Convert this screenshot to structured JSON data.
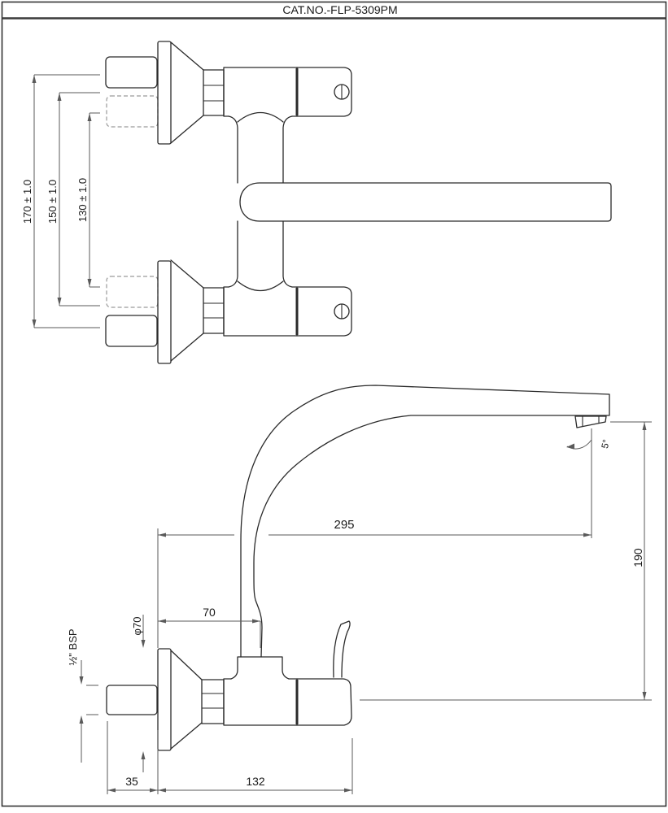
{
  "title": "CAT.NO.-FLP-5309PM",
  "dims": {
    "d170": "170 ± 1.0",
    "d150": "150 ± 1.0",
    "d130": "130 ± 1.0",
    "d295": "295",
    "d190": "190",
    "d70": "70",
    "dphi70": "φ70",
    "dbsp": "½\" BSP",
    "d5deg": "5°",
    "d35": "35",
    "d132": "132"
  },
  "colors": {
    "outline": "#2a2a2a",
    "dimension": "#5a5a5a",
    "hidden_line": "#9a9a9a",
    "background": "#ffffff"
  }
}
